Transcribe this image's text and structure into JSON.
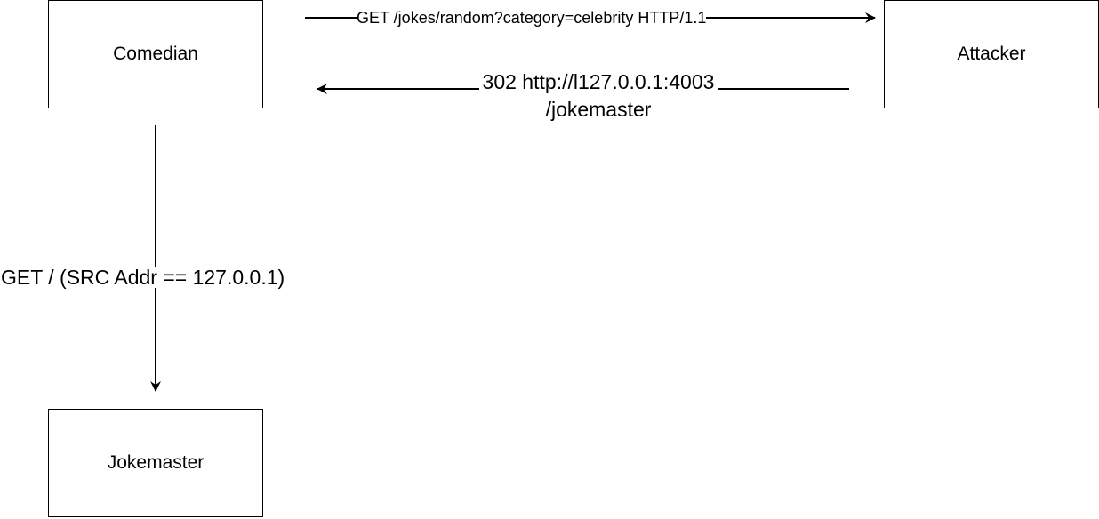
{
  "nodes": {
    "comedian": "Comedian",
    "attacker": "Attacker",
    "jokemaster": "Jokemaster"
  },
  "edges": {
    "request": "GET /jokes/random?category=celebrity HTTP/1.1",
    "redirect_line1": "302 http://l127.0.0.1:4003",
    "redirect_line2": "/jokemaster",
    "internal": "GET / (SRC Addr == 127.0.0.1)"
  }
}
